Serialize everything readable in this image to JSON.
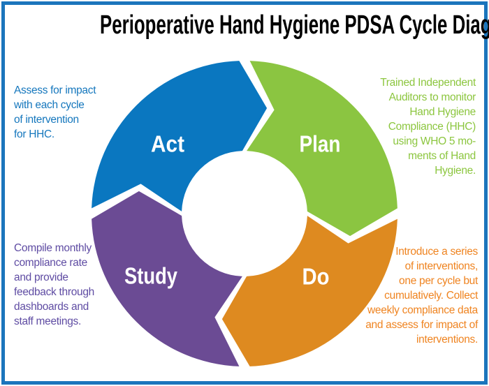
{
  "frame": {
    "border_color": "#1b75bc"
  },
  "header": {
    "title": "Perioperative Hand Hygiene PDSA Cycle Diagram",
    "color": "#000000"
  },
  "diagram": {
    "type": "cycle",
    "direction": "clockwise",
    "sequence": [
      "Plan",
      "Do",
      "Study",
      "Act"
    ],
    "segments": [
      {
        "id": "plan",
        "label": "Plan",
        "color": "#8bc541",
        "position": "top-right",
        "note": {
          "color": "#8cc63f",
          "align": "right",
          "lines": [
            "Trained Independent",
            "Auditors to monitor",
            "Hand Hygiene",
            "Compliance (HHC)",
            "using WHO 5 mo-",
            "ments of Hand",
            "Hygiene."
          ]
        }
      },
      {
        "id": "do",
        "label": "Do",
        "color": "#de8a20",
        "position": "bottom-right",
        "note": {
          "color": "#ef8421",
          "align": "right",
          "lines": [
            "Introduce a series",
            "of interventions,",
            "one per cycle but",
            "cumulatively. Collect",
            "weekly compliance data",
            "and assess for impact of",
            "interventions."
          ]
        }
      },
      {
        "id": "study",
        "label": "Study",
        "color": "#6b4b94",
        "position": "bottom-left",
        "note": {
          "color": "#5f4ca3",
          "align": "left",
          "lines": [
            "Compile monthly",
            "compliance rate",
            "and provide",
            "feedback through",
            "dashboards and",
            "staff meetings."
          ]
        }
      },
      {
        "id": "act",
        "label": "Act",
        "color": "#0a77c0",
        "position": "top-left",
        "note": {
          "color": "#1577bd",
          "align": "left",
          "lines": [
            "Assess for impact",
            "with each cycle",
            "of intervention",
            "for HHC."
          ]
        }
      }
    ]
  }
}
